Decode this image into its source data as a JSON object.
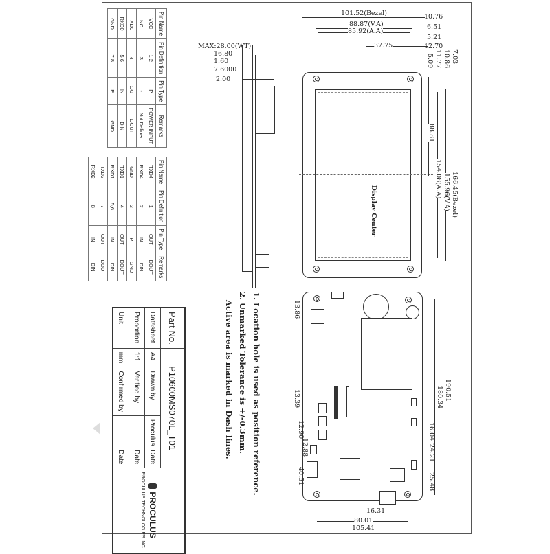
{
  "pin_table_1": {
    "headers": [
      "Pin Name",
      "Pin Definition",
      "Pin Type",
      "Remarks"
    ],
    "rows": [
      [
        "VCC",
        "1,2",
        "P",
        "POWER INPUT"
      ],
      [
        "NC",
        "3",
        "-",
        "Not Defined"
      ],
      [
        "TXD0",
        "4",
        "OUT",
        "DOUT"
      ],
      [
        "RXD0",
        "5,6",
        "IN",
        "DIN"
      ],
      [
        "GND",
        "7,8",
        "P",
        "GND"
      ]
    ]
  },
  "pin_table_2": {
    "headers": [
      "Pin Name",
      "Pin Definition",
      "Pin Type",
      "Remarks"
    ],
    "rows": [
      [
        "TXD4",
        "1",
        "OUT",
        "DOUT"
      ],
      [
        "RXD4",
        "2",
        "IN",
        "DIN"
      ],
      [
        "GND",
        "3",
        "P",
        "GND"
      ],
      [
        "TXD1",
        "4",
        "OUT",
        "DOUT"
      ],
      [
        "RXD1",
        "5,6",
        "IN",
        "DIN"
      ],
      [
        "TXD2",
        "7",
        "OUT",
        "DOUT"
      ],
      [
        "RXD2",
        "8",
        "IN",
        "DIN"
      ]
    ]
  },
  "title_block": {
    "part_no_label": "Part No.",
    "part_no_value": "P10600MS070L_T01",
    "datasheet_label": "Datasheet",
    "datasheet_value": "A4",
    "drawn_by_label": "Drawn by",
    "drawn_by_value": "Proculus",
    "date_label": "Date",
    "proportion_label": "Proportion",
    "proportion_value": "1:1",
    "verified_by_label": "Verified by",
    "unit_label": "Unit",
    "unit_value": "mm",
    "confirmed_by_label": "Confirmed by",
    "company_logo": "PROCULUS",
    "company_name": "PROCULUS TECHNOLOGIES INC."
  },
  "notes": [
    "1. Location hole is used as position reference.",
    "2. Unmarked Tolerance is +/-0.3mm.",
    "Active area is marked in Dash lines."
  ],
  "side_view_dims": {
    "max_thickness": "MAX:28.00(WT)",
    "d1": "16.80",
    "d2": "1.60",
    "d3": "7.6000",
    "d4": "2.00"
  },
  "front_view_dims": {
    "bezel_width": "101.52(Bezel)",
    "va_width": "88.87(V.A)",
    "aa_width": "85.92(A.A)",
    "center_offset": "37.75",
    "d_10_76": "10.76",
    "d_6_51": "6.51",
    "d_5_21": "5.21",
    "d_12_70": "12.70",
    "d_5_09": "5.09",
    "d_11_77": "11.77",
    "d_10_86": "10.86",
    "d_7_03": "7.03",
    "center_vertical": "88.81",
    "bezel_height": "166.45(Bezel)",
    "va_height": "155.96(V.A)",
    "aa_height": "154.08(A.A)",
    "display_center_label": "Display Center"
  },
  "back_view_dims": {
    "d_13_86": "13.86",
    "d_13_39": "13.39",
    "d_12_90": "12.90",
    "d_12_88": "12.88",
    "d_40_51": "40.51",
    "d_190_51": "190.51",
    "d_180_34": "180.34",
    "d_16_04": "16.04",
    "d_24_21": "24.21",
    "d_25_48": "25.48",
    "d_16_31": "16.31",
    "d_80_01": "80.01",
    "d_105_41": "105.41"
  }
}
